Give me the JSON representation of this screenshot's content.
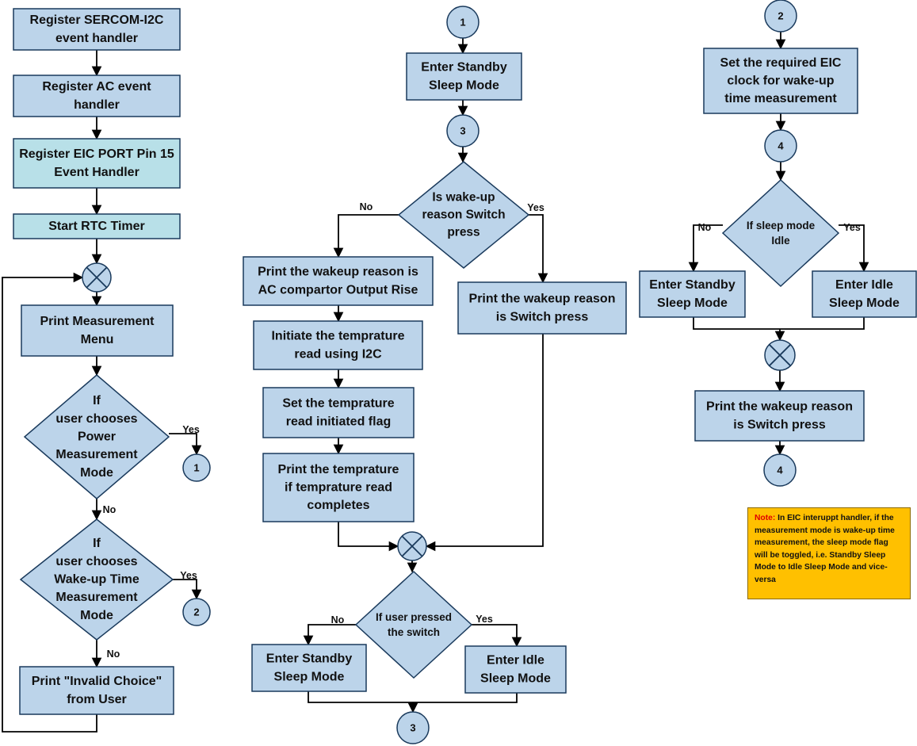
{
  "colors": {
    "box_fill": "#bcd4ea",
    "box_fill_alt": "#b8e0e8",
    "circle_fill": "#bcd4ea",
    "note_fill": "#ffc000",
    "note_label": "#e00000"
  },
  "nodes": [
    {
      "id": "reg-sercom",
      "type": "process",
      "lines": [
        "Register SERCOM-I2C",
        "event handler"
      ]
    },
    {
      "id": "reg-ac",
      "type": "process",
      "lines": [
        "Register AC event",
        "handler"
      ]
    },
    {
      "id": "reg-eic",
      "type": "process",
      "alt": true,
      "lines": [
        "Register EIC PORT Pin 15",
        "Event Handler"
      ]
    },
    {
      "id": "start-rtc",
      "type": "process",
      "alt": true,
      "lines": [
        "Start RTC Timer"
      ]
    },
    {
      "id": "merge-main",
      "type": "merge",
      "lines": []
    },
    {
      "id": "print-menu",
      "type": "process",
      "lines": [
        "Print Measurement",
        "Menu"
      ]
    },
    {
      "id": "dec-power",
      "type": "decision",
      "lines": [
        "If",
        "user chooses",
        "Power",
        "Measurement",
        "Mode"
      ]
    },
    {
      "id": "conn-1-out",
      "type": "connector",
      "lines": [
        "1"
      ]
    },
    {
      "id": "dec-wakeup",
      "type": "decision",
      "lines": [
        "If",
        "user chooses",
        "Wake-up Time",
        "Measurement",
        "Mode"
      ]
    },
    {
      "id": "conn-2-out",
      "type": "connector",
      "lines": [
        "2"
      ]
    },
    {
      "id": "print-invalid",
      "type": "process",
      "lines": [
        "Print \"Invalid Choice\"",
        "from User"
      ]
    },
    {
      "id": "conn-1-in",
      "type": "connector",
      "lines": [
        "1"
      ]
    },
    {
      "id": "enter-standby-1",
      "type": "process",
      "lines": [
        "Enter Standby",
        "Sleep Mode"
      ]
    },
    {
      "id": "conn-3-in",
      "type": "connector",
      "lines": [
        "3"
      ]
    },
    {
      "id": "dec-switch-reason",
      "type": "decision",
      "lines": [
        "Is wake-up",
        "reason Switch",
        "press"
      ]
    },
    {
      "id": "print-ac-reason",
      "type": "process",
      "lines": [
        "Print the wakeup reason is",
        "AC compartor Output Rise"
      ]
    },
    {
      "id": "print-switch-reason-1",
      "type": "process",
      "lines": [
        "Print the wakeup reason",
        "is Switch press"
      ]
    },
    {
      "id": "init-temp",
      "type": "process",
      "lines": [
        "Initiate the temprature",
        "read using I2C"
      ]
    },
    {
      "id": "set-temp-flag",
      "type": "process",
      "lines": [
        "Set the temprature",
        "read initiated flag"
      ]
    },
    {
      "id": "print-temp",
      "type": "process",
      "lines": [
        "Print the temprature",
        "if temprature read",
        "completes"
      ]
    },
    {
      "id": "merge-mid",
      "type": "merge",
      "lines": []
    },
    {
      "id": "dec-user-switch",
      "type": "decision",
      "lines": [
        "If user pressed",
        "the switch"
      ]
    },
    {
      "id": "enter-standby-2",
      "type": "process",
      "lines": [
        "Enter Standby",
        "Sleep Mode"
      ]
    },
    {
      "id": "enter-idle-2",
      "type": "process",
      "lines": [
        "Enter Idle",
        "Sleep Mode"
      ]
    },
    {
      "id": "conn-3-out",
      "type": "connector",
      "lines": [
        "3"
      ]
    },
    {
      "id": "conn-2-in",
      "type": "connector",
      "lines": [
        "2"
      ]
    },
    {
      "id": "set-eic-clock",
      "type": "process",
      "lines": [
        "Set the required EIC",
        "clock for wake-up",
        "time measurement"
      ]
    },
    {
      "id": "conn-4-in",
      "type": "connector",
      "lines": [
        "4"
      ]
    },
    {
      "id": "dec-sleep-idle",
      "type": "decision",
      "lines": [
        "If sleep mode",
        "Idle"
      ]
    },
    {
      "id": "enter-standby-3",
      "type": "process",
      "lines": [
        "Enter Standby",
        "Sleep Mode"
      ]
    },
    {
      "id": "enter-idle-3",
      "type": "process",
      "lines": [
        "Enter Idle",
        "Sleep Mode"
      ]
    },
    {
      "id": "merge-right",
      "type": "merge",
      "lines": []
    },
    {
      "id": "print-switch-reason-2",
      "type": "process",
      "lines": [
        "Print the wakeup reason",
        "is Switch press"
      ]
    },
    {
      "id": "conn-4-out",
      "type": "connector",
      "lines": [
        "4"
      ]
    }
  ],
  "edges": [
    {
      "id": "e-sercom-ac",
      "from": "reg-sercom",
      "to": "reg-ac",
      "label": ""
    },
    {
      "id": "e-ac-eic",
      "from": "reg-ac",
      "to": "reg-eic",
      "label": ""
    },
    {
      "id": "e-eic-rtc",
      "from": "reg-eic",
      "to": "start-rtc",
      "label": ""
    },
    {
      "id": "e-rtc-merge",
      "from": "start-rtc",
      "to": "merge-main",
      "label": ""
    },
    {
      "id": "e-merge-menu",
      "from": "merge-main",
      "to": "print-menu",
      "label": ""
    },
    {
      "id": "e-menu-power",
      "from": "print-menu",
      "to": "dec-power",
      "label": ""
    },
    {
      "id": "e-power-yes",
      "from": "dec-power",
      "to": "conn-1-out",
      "label": "Yes"
    },
    {
      "id": "e-power-no",
      "from": "dec-power",
      "to": "dec-wakeup",
      "label": "No"
    },
    {
      "id": "e-wakeup-yes",
      "from": "dec-wakeup",
      "to": "conn-2-out",
      "label": "Yes"
    },
    {
      "id": "e-wakeup-no",
      "from": "dec-wakeup",
      "to": "print-invalid",
      "label": "No"
    },
    {
      "id": "e-invalid-loop",
      "from": "print-invalid",
      "to": "merge-main",
      "label": ""
    },
    {
      "id": "e-c1-standby",
      "from": "conn-1-in",
      "to": "enter-standby-1",
      "label": ""
    },
    {
      "id": "e-standby-c3",
      "from": "enter-standby-1",
      "to": "conn-3-in",
      "label": ""
    },
    {
      "id": "e-c3-dec",
      "from": "conn-3-in",
      "to": "dec-switch-reason",
      "label": ""
    },
    {
      "id": "e-dec-no",
      "from": "dec-switch-reason",
      "to": "print-ac-reason",
      "label": "No"
    },
    {
      "id": "e-dec-yes",
      "from": "dec-switch-reason",
      "to": "print-switch-reason-1",
      "label": "Yes"
    },
    {
      "id": "e-ac-init",
      "from": "print-ac-reason",
      "to": "init-temp",
      "label": ""
    },
    {
      "id": "e-init-flag",
      "from": "init-temp",
      "to": "set-temp-flag",
      "label": ""
    },
    {
      "id": "e-flag-print",
      "from": "set-temp-flag",
      "to": "print-temp",
      "label": ""
    },
    {
      "id": "e-print-merge",
      "from": "print-temp",
      "to": "merge-mid",
      "label": ""
    },
    {
      "id": "e-switch-merge",
      "from": "print-switch-reason-1",
      "to": "merge-mid",
      "label": ""
    },
    {
      "id": "e-merge-dec",
      "from": "merge-mid",
      "to": "dec-user-switch",
      "label": ""
    },
    {
      "id": "e-user-no",
      "from": "dec-user-switch",
      "to": "enter-standby-2",
      "label": "No"
    },
    {
      "id": "e-user-yes",
      "from": "dec-user-switch",
      "to": "enter-idle-2",
      "label": "Yes"
    },
    {
      "id": "e-sleep-c3",
      "from": "enter-standby-2",
      "to": "conn-3-out",
      "label": ""
    },
    {
      "id": "e-c2-clock",
      "from": "conn-2-in",
      "to": "set-eic-clock",
      "label": ""
    },
    {
      "id": "e-clock-c4",
      "from": "set-eic-clock",
      "to": "conn-4-in",
      "label": ""
    },
    {
      "id": "e-c4-dec",
      "from": "conn-4-in",
      "to": "dec-sleep-idle",
      "label": ""
    },
    {
      "id": "e-idle-no",
      "from": "dec-sleep-idle",
      "to": "enter-standby-3",
      "label": "No"
    },
    {
      "id": "e-idle-yes",
      "from": "dec-sleep-idle",
      "to": "enter-idle-3",
      "label": "Yes"
    },
    {
      "id": "e-modes-merge",
      "from": "enter-standby-3",
      "to": "merge-right",
      "label": ""
    },
    {
      "id": "e-merge-print",
      "from": "merge-right",
      "to": "print-switch-reason-2",
      "label": ""
    },
    {
      "id": "e-print-c4",
      "from": "print-switch-reason-2",
      "to": "conn-4-out",
      "label": ""
    }
  ],
  "note": {
    "label": "Note:",
    "text": " In EIC interuppt handler, if the measurement mode is wake-up time measurement, the sleep mode flag will be toggled, i.e. Standby Sleep Mode to Idle Sleep Mode and vice-versa"
  }
}
